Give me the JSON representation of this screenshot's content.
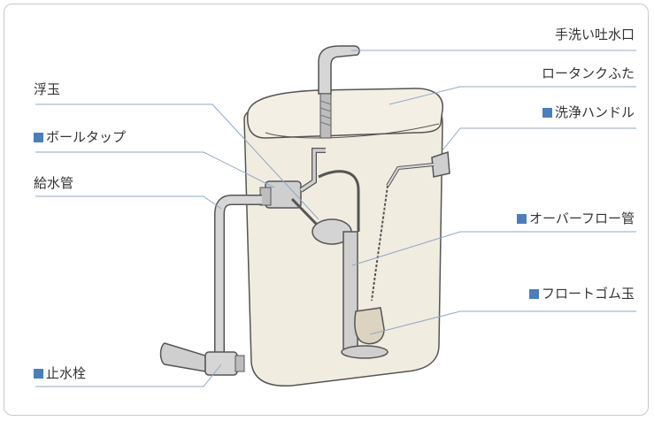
{
  "labels": {
    "faucet": "手洗い吐水口",
    "tank_lid": "ロータンクふた",
    "flush_handle": "洗浄ハンドル",
    "overflow_pipe": "オーバーフロー管",
    "flapper": "フロートゴム玉",
    "float": "浮玉",
    "ball_tap": "ボールタップ",
    "supply_pipe": "給水管",
    "stop_valve": "止水栓"
  },
  "colors": {
    "marker": "#4a7fbd",
    "leader_line": "#8fa8c8",
    "tank_fill": "#f1ece0",
    "outline": "#555555",
    "metal": "#c9c9c9"
  }
}
